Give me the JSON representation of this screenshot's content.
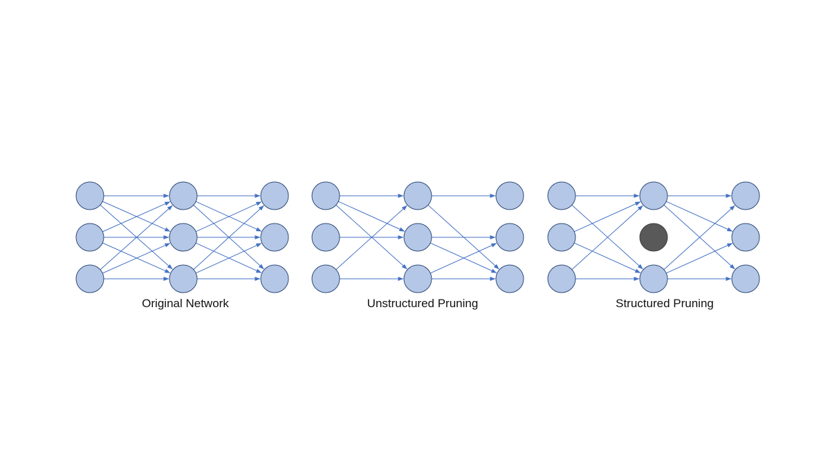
{
  "colors": {
    "node_fill": "#b4c7e7",
    "node_stroke": "#2f4a77",
    "pruned_node_fill": "#595959",
    "pruned_node_stroke": "#404040",
    "edge": "#4472c4",
    "background": "#ffffff"
  },
  "panels": [
    {
      "id": "original",
      "caption": "Original Network",
      "pruned_nodes": [],
      "edges": [
        [
          [
            0,
            0
          ],
          [
            1,
            0
          ]
        ],
        [
          [
            0,
            0
          ],
          [
            1,
            1
          ]
        ],
        [
          [
            0,
            0
          ],
          [
            1,
            2
          ]
        ],
        [
          [
            0,
            1
          ],
          [
            1,
            0
          ]
        ],
        [
          [
            0,
            1
          ],
          [
            1,
            1
          ]
        ],
        [
          [
            0,
            1
          ],
          [
            1,
            2
          ]
        ],
        [
          [
            0,
            2
          ],
          [
            1,
            0
          ]
        ],
        [
          [
            0,
            2
          ],
          [
            1,
            1
          ]
        ],
        [
          [
            0,
            2
          ],
          [
            1,
            2
          ]
        ],
        [
          [
            1,
            0
          ],
          [
            2,
            0
          ]
        ],
        [
          [
            1,
            0
          ],
          [
            2,
            1
          ]
        ],
        [
          [
            1,
            0
          ],
          [
            2,
            2
          ]
        ],
        [
          [
            1,
            1
          ],
          [
            2,
            0
          ]
        ],
        [
          [
            1,
            1
          ],
          [
            2,
            1
          ]
        ],
        [
          [
            1,
            1
          ],
          [
            2,
            2
          ]
        ],
        [
          [
            1,
            2
          ],
          [
            2,
            0
          ]
        ],
        [
          [
            1,
            2
          ],
          [
            2,
            1
          ]
        ],
        [
          [
            1,
            2
          ],
          [
            2,
            2
          ]
        ]
      ]
    },
    {
      "id": "unstructured",
      "caption": "Unstructured Pruning",
      "pruned_nodes": [],
      "edges": [
        [
          [
            0,
            0
          ],
          [
            1,
            0
          ]
        ],
        [
          [
            0,
            0
          ],
          [
            1,
            1
          ]
        ],
        [
          [
            0,
            0
          ],
          [
            1,
            2
          ]
        ],
        [
          [
            0,
            1
          ],
          [
            1,
            1
          ]
        ],
        [
          [
            0,
            2
          ],
          [
            1,
            0
          ]
        ],
        [
          [
            0,
            2
          ],
          [
            1,
            2
          ]
        ],
        [
          [
            1,
            0
          ],
          [
            2,
            0
          ]
        ],
        [
          [
            1,
            0
          ],
          [
            2,
            2
          ]
        ],
        [
          [
            1,
            1
          ],
          [
            2,
            1
          ]
        ],
        [
          [
            1,
            1
          ],
          [
            2,
            2
          ]
        ],
        [
          [
            1,
            2
          ],
          [
            2,
            1
          ]
        ],
        [
          [
            1,
            2
          ],
          [
            2,
            2
          ]
        ]
      ]
    },
    {
      "id": "structured",
      "caption": "Structured Pruning",
      "pruned_nodes": [
        [
          1,
          1
        ]
      ],
      "edges": [
        [
          [
            0,
            0
          ],
          [
            1,
            0
          ]
        ],
        [
          [
            0,
            0
          ],
          [
            1,
            2
          ]
        ],
        [
          [
            0,
            1
          ],
          [
            1,
            0
          ]
        ],
        [
          [
            0,
            1
          ],
          [
            1,
            2
          ]
        ],
        [
          [
            0,
            2
          ],
          [
            1,
            0
          ]
        ],
        [
          [
            0,
            2
          ],
          [
            1,
            2
          ]
        ],
        [
          [
            1,
            0
          ],
          [
            2,
            0
          ]
        ],
        [
          [
            1,
            0
          ],
          [
            2,
            1
          ]
        ],
        [
          [
            1,
            0
          ],
          [
            2,
            2
          ]
        ],
        [
          [
            1,
            2
          ],
          [
            2,
            0
          ]
        ],
        [
          [
            1,
            2
          ],
          [
            2,
            1
          ]
        ],
        [
          [
            1,
            2
          ],
          [
            2,
            2
          ]
        ]
      ]
    }
  ]
}
